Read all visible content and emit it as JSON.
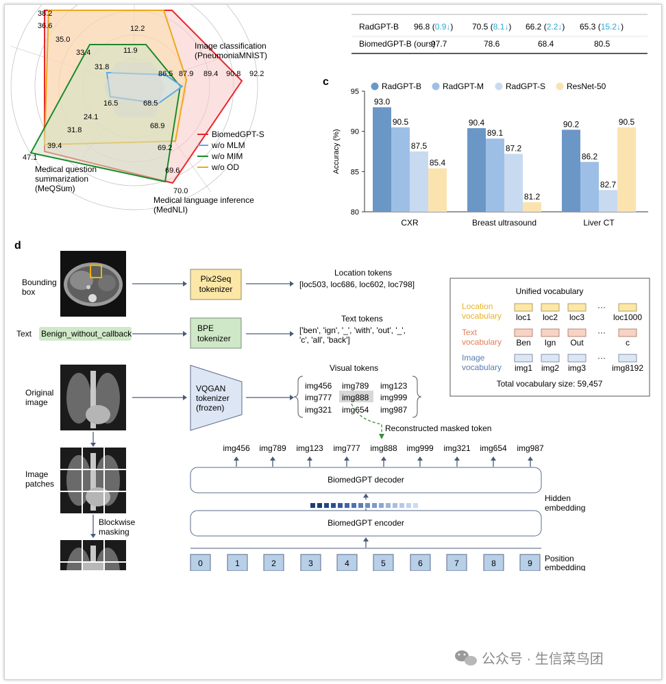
{
  "radar": {
    "axes": [
      {
        "label_lines": [
          "Image classification",
          "(PneumoniaMNIST)"
        ]
      },
      {
        "label_lines": [
          "Medical language inference",
          "(MedNLI)"
        ]
      },
      {
        "label_lines": [
          "Medical question",
          "summarization",
          "(MeQSum)"
        ]
      }
    ],
    "tick_labels": [
      "38.2",
      "36.6",
      "35.0",
      "33.4",
      "31.8",
      "12.2",
      "11.9",
      "86.5",
      "87.9",
      "89.4",
      "90.8",
      "92.2",
      "16.5",
      "68.5",
      "24.1",
      "68.9",
      "31.8",
      "69.2",
      "39.4",
      "47.1",
      "69.6",
      "70.0"
    ],
    "legend": [
      {
        "label": "BiomedGPT-S",
        "color": "#e8262c"
      },
      {
        "label": "w/o MLM",
        "color": "#5aa9e6"
      },
      {
        "label": "w/o MIM",
        "color": "#1a8a2a"
      },
      {
        "label": "w/o OD",
        "color": "#f0a818"
      }
    ]
  },
  "table": {
    "rows": [
      {
        "name": "RadGPT-B",
        "cells": [
          {
            "v": "96.8",
            "d": "0.9↓"
          },
          {
            "v": "70.5",
            "d": "8.1↓"
          },
          {
            "v": "66.2",
            "d": "2.2↓"
          },
          {
            "v": "65.3",
            "d": "15.2↓"
          }
        ]
      },
      {
        "name": "BiomedGPT-B (ours)",
        "cells": [
          {
            "v": "97.7",
            "d": ""
          },
          {
            "v": "78.6",
            "d": ""
          },
          {
            "v": "68.4",
            "d": ""
          },
          {
            "v": "80.5",
            "d": ""
          }
        ]
      }
    ],
    "delta_color": "#29a8d8"
  },
  "panel_c_letter": "c",
  "panel_d_letter": "d",
  "chart_data": {
    "type": "bar",
    "categories": [
      "CXR",
      "Breast ultrasound",
      "Liver CT"
    ],
    "series": [
      {
        "name": "RadGPT-B",
        "values": [
          93.0,
          90.4,
          90.2
        ],
        "color": "#6b97c6"
      },
      {
        "name": "RadGPT-M",
        "values": [
          90.5,
          89.1,
          86.2
        ],
        "color": "#9dbfe6"
      },
      {
        "name": "RadGPT-S",
        "values": [
          87.5,
          87.2,
          82.7
        ],
        "color": "#c7daf0"
      },
      {
        "name": "ResNet-50",
        "values": [
          85.4,
          81.2,
          90.5
        ],
        "color": "#fbe3b0"
      }
    ],
    "ylabel": "Accuracy (%)",
    "ylim": [
      80,
      95
    ],
    "yticks": [
      80,
      85,
      90,
      95
    ],
    "legend_position": "top"
  },
  "diagram": {
    "inputs": {
      "bbox_label_lines": [
        "Bounding",
        "box"
      ],
      "text_label": "Text",
      "text_value": "Benign_without_callback",
      "orig_label_lines": [
        "Original",
        "image"
      ],
      "patches_label_lines": [
        "Image",
        "patches"
      ],
      "masking_label_lines": [
        "Blockwise",
        "masking"
      ]
    },
    "tokenizers": {
      "pix2seq_lines": [
        "Pix2Seq",
        "tokenizer"
      ],
      "bpe_lines": [
        "BPE",
        "tokenizer"
      ],
      "vqgan_lines": [
        "VQGAN",
        "tokenizer",
        "(frozen)"
      ]
    },
    "outputs": {
      "location_title": "Location tokens",
      "location_value": "[loc503, loc686, loc602, loc798]",
      "text_title": "Text tokens",
      "text_line1": "['ben', 'ign', '_', 'with', 'out', '_',",
      "text_line2": "'c', 'all', 'back']",
      "visual_title": "Visual tokens",
      "visual_grid": [
        [
          "img456",
          "img789",
          "img123"
        ],
        [
          "img777",
          "img888",
          "img999"
        ],
        [
          "img321",
          "img654",
          "img987"
        ]
      ],
      "reconstructed_label": "Reconstructed masked token"
    },
    "vocab": {
      "title": "Unified vocabulary",
      "rows": [
        {
          "label_lines": [
            "Location",
            "vocabulary"
          ],
          "items": [
            "loc1",
            "loc2",
            "loc3",
            "loc1000"
          ],
          "color": "#fce7a6",
          "label_color": "#e9b226"
        },
        {
          "label_lines": [
            "Text",
            "vocabulary"
          ],
          "items": [
            "Ben",
            "Ign",
            "Out",
            "c"
          ],
          "color": "#f8d2c3",
          "label_color": "#e07e53"
        },
        {
          "label_lines": [
            "Image",
            "vocabulary"
          ],
          "items": [
            "img1",
            "img2",
            "img3",
            "img8192"
          ],
          "color": "#dde6f4",
          "label_color": "#5a7bb0"
        }
      ],
      "ellipsis": "···",
      "total": "Total vocabulary size: 59,457"
    },
    "decoder_tokens": [
      "img456",
      "img789",
      "img123",
      "img777",
      "img888",
      "img999",
      "img321",
      "img654",
      "img987"
    ],
    "decoder_label": "BiomedGPT decoder",
    "encoder_label": "BiomedGPT encoder",
    "hidden_label_lines": [
      "Hidden",
      "embedding"
    ],
    "position_label_lines": [
      "Position",
      "embedding"
    ],
    "positions": [
      "0",
      "1",
      "2",
      "3",
      "4",
      "5",
      "6",
      "7",
      "8",
      "9"
    ]
  },
  "watermark": "公众号 · 生信菜鸟团"
}
